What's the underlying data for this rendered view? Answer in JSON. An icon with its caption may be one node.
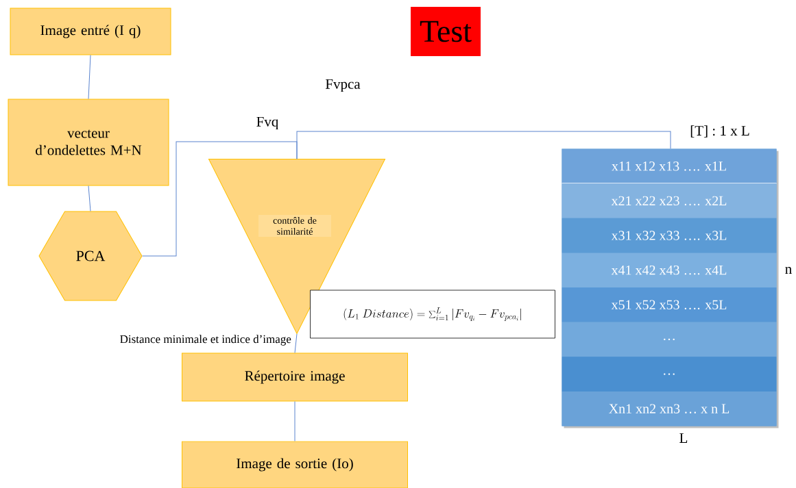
{
  "diagram": {
    "title": "Test",
    "nodes": [
      {
        "text": [
          "Image entré (I q)"
        ]
      },
      {
        "text": [
          "vecteur d’ondelettes M+N"
        ]
      },
      {
        "text": [
          "PCA"
        ]
      },
      {
        "text": [
          "contrôle de similarité"
        ]
      },
      {
        "text": [
          "Répertoire image"
        ]
      },
      {
        "text": [
          "Image de sortie (Io)"
        ]
      },
      {
        "text": [
          "(L_1\\ Distance) = \\sum_{i=1}^{L}\\left|Fv_{q_i} - Fv_{pca_i}\\right|"
        ]
      },
      {
        "text": [],
        "shape": "box",
        "beside": [
          "[T] : 1 x L",
          "n",
          "L"
        ]
      },
      {
        "text": [
          "x11 x12 x13 …. x1L"
        ],
        "in": 7
      },
      {
        "text": [
          "x21 x22 x23 …. x2L"
        ],
        "in": 7
      },
      {
        "text": [
          "x31 x32 x33 …. x3L"
        ],
        "in": 7
      },
      {
        "text": [
          "x41 x42 x43 …. x4L"
        ],
        "in": 7
      },
      {
        "text": [
          "x51 x52 x53 …. x5L"
        ],
        "in": 7
      },
      {
        "text": [
          "…"
        ],
        "in": 7
      },
      {
        "text": [
          "…"
        ],
        "in": 7
      },
      {
        "text": [
          "Xn1 xn2 xn3 … x n L"
        ],
        "in": 7
      }
    ],
    "edges": [
      {
        "from": 0,
        "to": 1,
        "arrow": "none"
      },
      {
        "from": 1,
        "to": 2,
        "arrow": "none"
      },
      {
        "from": 2,
        "to": 3,
        "arrow": "none",
        "label": "Fvq"
      },
      {
        "from": 7,
        "to": 3,
        "arrow": "none"
      },
      {
        "from": 3,
        "to": 4,
        "arrow": "none",
        "label": "Distance minimale et indice d’image"
      },
      {
        "from": 4,
        "to": 5,
        "arrow": "none"
      }
    ],
    "labels": [
      "Fvpca"
    ]
  }
}
